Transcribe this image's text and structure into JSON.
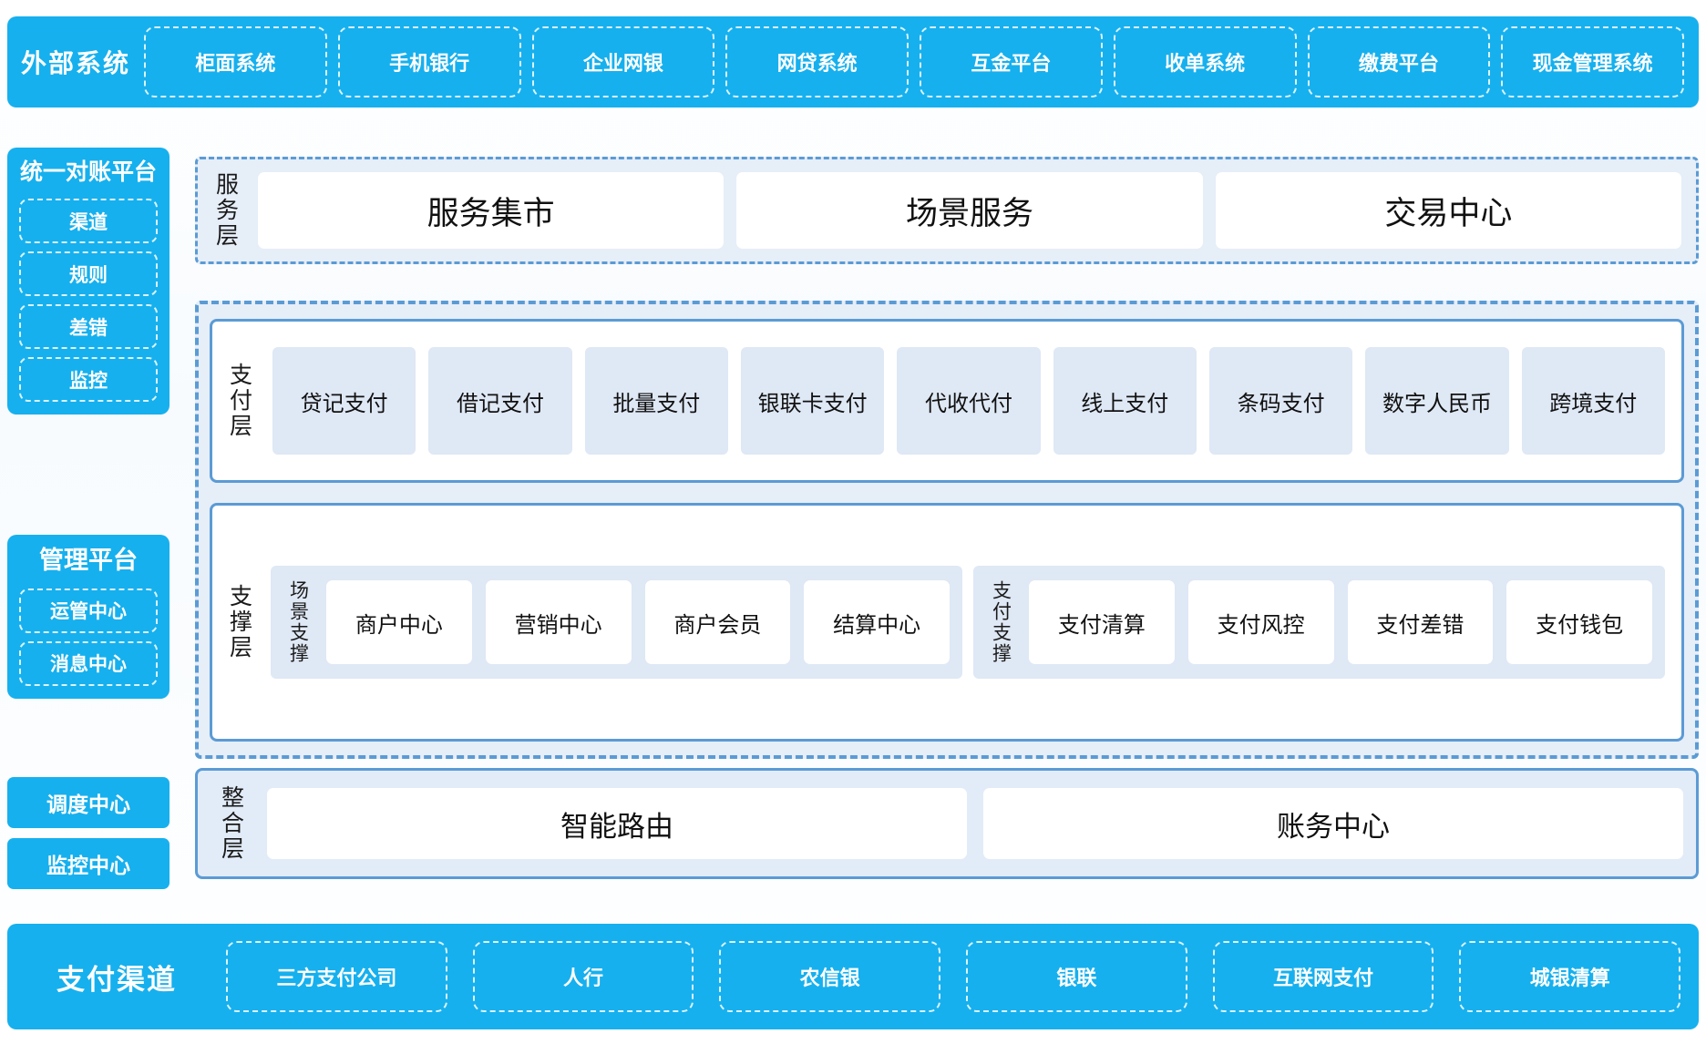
{
  "external": {
    "title": "外部系统",
    "items": [
      "柜面系统",
      "手机银行",
      "企业网银",
      "网贷系统",
      "互金平台",
      "收单系统",
      "缴费平台",
      "现金管理系统"
    ]
  },
  "rail": {
    "recon": {
      "title": "统一对账平台",
      "items": [
        "渠道",
        "规则",
        "差错",
        "监控"
      ]
    },
    "manage": {
      "title": "管理平台",
      "items": [
        "运管中心",
        "消息中心"
      ]
    },
    "standalone": [
      "调度中心",
      "监控中心"
    ]
  },
  "service_layer": {
    "label": "服务层",
    "items": [
      "服务集市",
      "场景服务",
      "交易中心"
    ]
  },
  "payment_layer": {
    "label": "支付层",
    "items": [
      "贷记支付",
      "借记支付",
      "批量支付",
      "银联卡支付",
      "代收代付",
      "线上支付",
      "条码支付",
      "数字人民币",
      "跨境支付"
    ]
  },
  "support_layer": {
    "label": "支撑层",
    "groups": [
      {
        "label": "场景支撑",
        "items": [
          "商户中心",
          "营销中心",
          "商户会员",
          "结算中心"
        ]
      },
      {
        "label": "支付支撑",
        "items": [
          "支付清算",
          "支付风控",
          "支付差错",
          "支付钱包"
        ]
      }
    ]
  },
  "integration_layer": {
    "label": "整合层",
    "items": [
      "智能路由",
      "账务中心"
    ]
  },
  "channels": {
    "title": "支付渠道",
    "items": [
      "三方支付公司",
      "人行",
      "农信银",
      "银联",
      "互联网支付",
      "城银清算"
    ]
  },
  "colors": {
    "brand_cyan": "#16b0ee",
    "group_border_blue": "#5b9bd5",
    "group_fill": "#e6eef8",
    "chip_fill": "#dfe8f5",
    "card_white": "#ffffff"
  }
}
